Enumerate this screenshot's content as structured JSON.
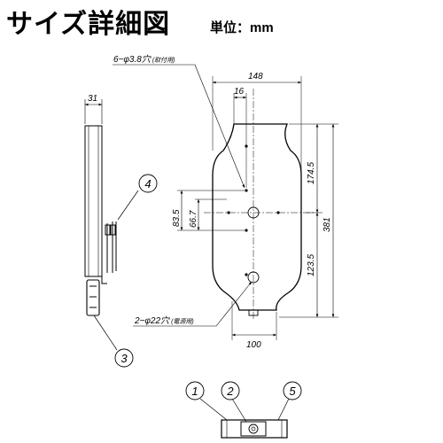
{
  "header": {
    "title": "サイズ詳細図",
    "unit_label": "単位：mm"
  },
  "notes": {
    "mount_holes_prefix": "6−φ3.8穴",
    "mount_holes_suffix": "(取付用)",
    "power_holes_prefix": "2−φ22穴",
    "power_holes_suffix": "(電源用)"
  },
  "dimensions": {
    "side_thickness": "31",
    "top_width": "148",
    "hole_offset": "16",
    "upper_height": "174.5",
    "total_height": "381",
    "lower_height": "123.5",
    "outer_spacing": "83.5",
    "inner_spacing": "66.7",
    "bottom_width": "100"
  },
  "callouts": {
    "c1": "1",
    "c2": "2",
    "c3": "3",
    "c4": "4",
    "c5": "5"
  }
}
